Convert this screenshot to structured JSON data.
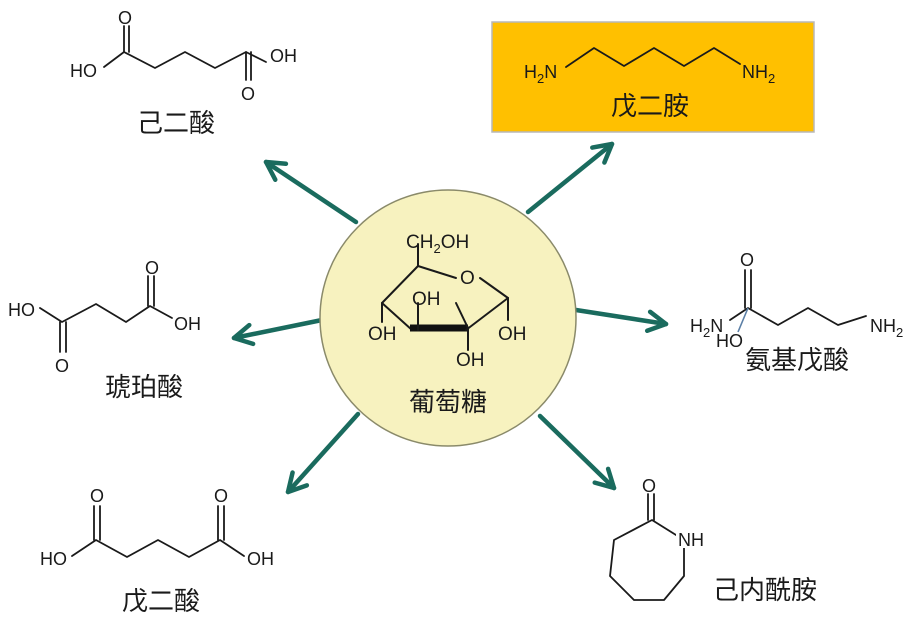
{
  "colors": {
    "arrow": "#1a6b5e",
    "center_fill": "#f7f2bf",
    "center_stroke": "#8a8a6a",
    "highlight_fill": "#ffc000",
    "highlight_stroke": "#b8b8b8"
  },
  "center": {
    "label": "葡萄糖",
    "atoms": {
      "ch2oh": "CH",
      "ch2oh_sub": "2",
      "ch2oh_tail": "OH",
      "o": "O",
      "oh": "OH"
    }
  },
  "products": [
    {
      "id": "adipic",
      "label": "己二酸",
      "atoms": {
        "ho": "HO",
        "oh": "OH",
        "o": "O"
      }
    },
    {
      "id": "cadaverine",
      "label": "戊二胺",
      "highlighted": true,
      "atoms": {
        "h2n": "H",
        "h2n_sub": "2",
        "h2n_n": "N",
        "nh2_n": "NH",
        "nh2_sub": "2"
      }
    },
    {
      "id": "aminovaleric",
      "label": "氨基戊酸",
      "atoms": {
        "h2n": "H",
        "h2n_sub": "2",
        "h2n_n": "N",
        "nh2_n": "NH",
        "nh2_sub": "2",
        "o": "O",
        "ho": "HO"
      }
    },
    {
      "id": "caprolactam",
      "label": "己内酰胺",
      "atoms": {
        "o": "O",
        "nh": "NH"
      }
    },
    {
      "id": "glutaric",
      "label": "戊二酸",
      "atoms": {
        "ho": "HO",
        "oh": "OH",
        "o": "O"
      }
    },
    {
      "id": "succinic",
      "label": "琥珀酸",
      "atoms": {
        "ho": "HO",
        "oh": "OH",
        "o": "O"
      }
    }
  ]
}
